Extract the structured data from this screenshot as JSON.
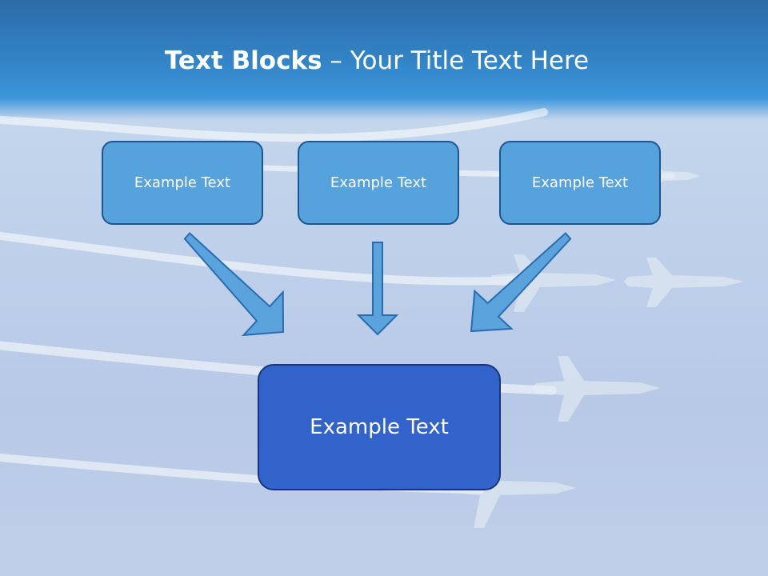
{
  "title": {
    "bold": "Text Blocks",
    "rest": " – Your Title Text Here"
  },
  "blocks": [
    "Example Text",
    "Example Text",
    "Example Text"
  ],
  "target": "Example Text",
  "colors": {
    "header": "#3386c9",
    "small_box": "#55a2dd",
    "big_box": "#3263cb",
    "arrow": "#5aa3dd"
  }
}
